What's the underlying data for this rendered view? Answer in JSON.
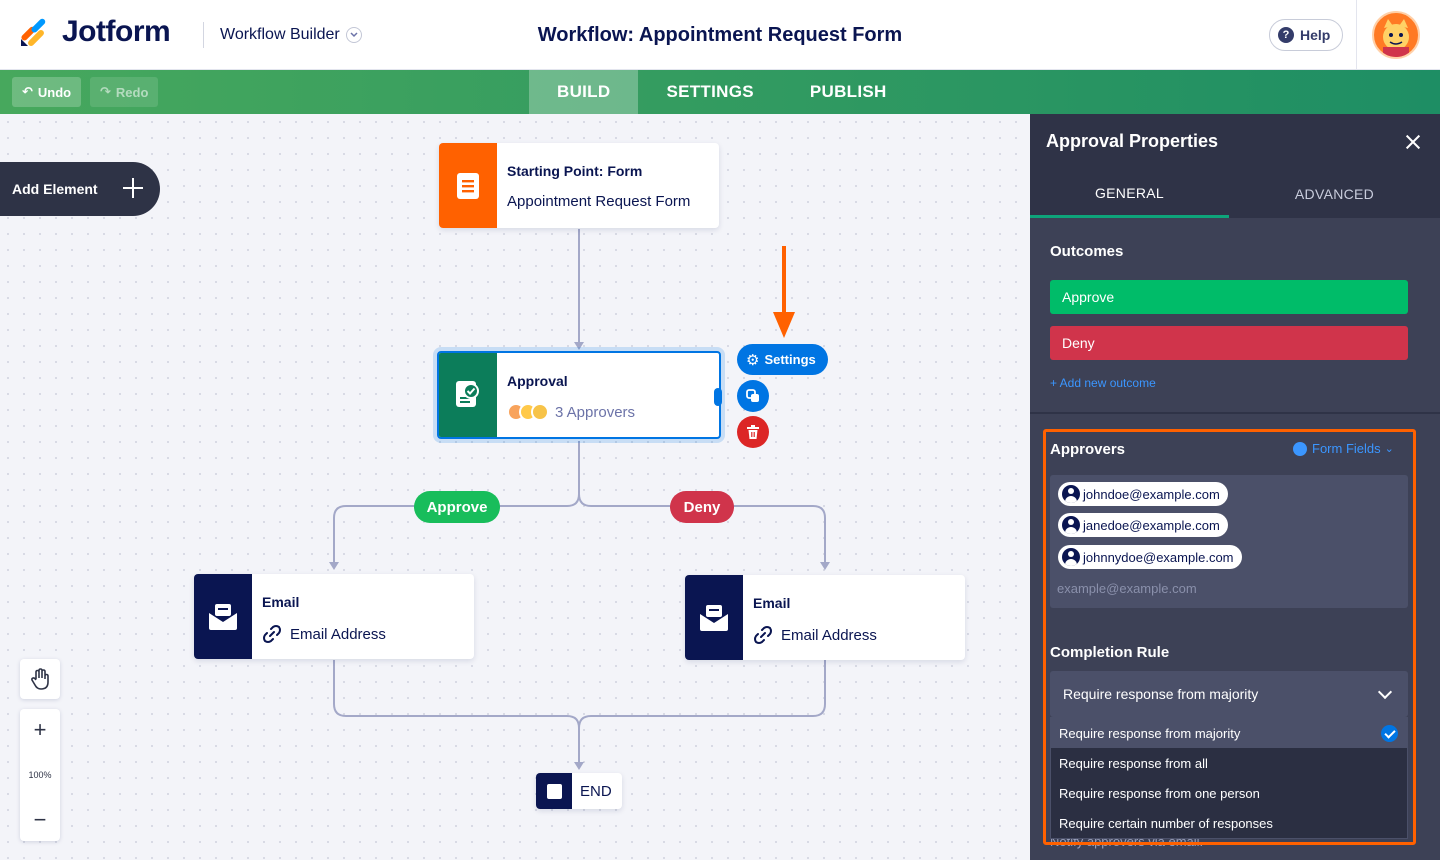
{
  "header": {
    "logo_text": "Jotform",
    "mode_label": "Workflow Builder",
    "title": "Workflow: Appointment Request Form",
    "help_label": "Help",
    "help_icon_glyph": "?"
  },
  "toolbar": {
    "undo_label": "Undo",
    "redo_label": "Redo",
    "tabs": [
      {
        "label": "BUILD",
        "active": true
      },
      {
        "label": "SETTINGS",
        "active": false
      },
      {
        "label": "PUBLISH",
        "active": false
      }
    ]
  },
  "canvas": {
    "add_element_label": "Add Element",
    "start_node": {
      "title": "Starting Point: Form",
      "subtitle": "Appointment Request Form"
    },
    "approval_node": {
      "title": "Approval",
      "approvers": "3 Approvers"
    },
    "settings_label": "Settings",
    "branches": {
      "approve": "Approve",
      "deny": "Deny"
    },
    "email_nodes": [
      {
        "title": "Email",
        "subtitle": "Email Address"
      },
      {
        "title": "Email",
        "subtitle": "Email Address"
      }
    ],
    "end_label": "END",
    "zoom_level": "100%",
    "zoom_in_glyph": "+",
    "zoom_out_glyph": "−"
  },
  "panel": {
    "title": "Approval Properties",
    "tabs": [
      {
        "label": "GENERAL",
        "active": true
      },
      {
        "label": "ADVANCED",
        "active": false
      }
    ],
    "outcomes_title": "Outcomes",
    "outcomes": [
      "Approve",
      "Deny"
    ],
    "add_outcome_label": "+ Add new outcome",
    "approvers_title": "Approvers",
    "form_fields_label": "Form Fields",
    "approver_emails": [
      "johndoe@example.com",
      "janedoe@example.com",
      "johnnydoe@example.com"
    ],
    "email_placeholder": "example@example.com",
    "completion_rule_title": "Completion Rule",
    "completion_rule_selected": "Require response from majority",
    "completion_rule_options": [
      "Require response from majority",
      "Require response from all",
      "Require response from one person",
      "Require certain number of responses"
    ],
    "notify_label": "Notify approvers via email."
  },
  "colors": {
    "brand_navy": "#0a1551",
    "approve_green": "#00bc69",
    "deny_red": "#d0344b",
    "accent_blue": "#0075e3",
    "highlight_orange": "#ff6100"
  }
}
